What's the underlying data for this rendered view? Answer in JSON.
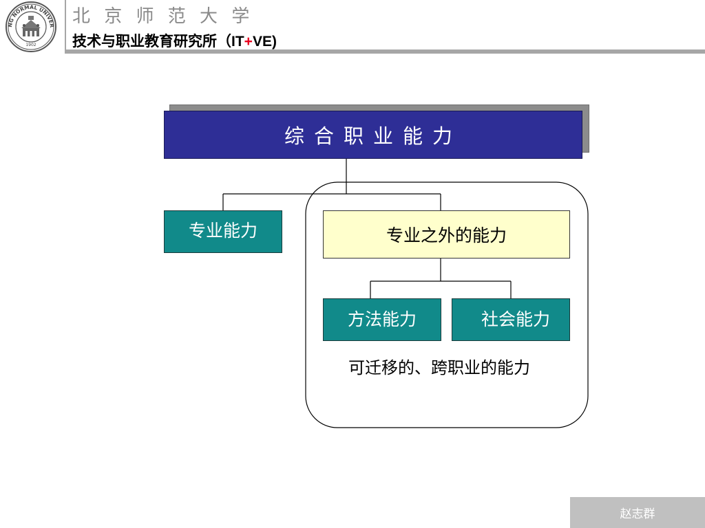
{
  "header": {
    "university": "北 京 师 范 大 学",
    "institute_prefix": "技术与职业教育研究所（",
    "institute_code_a": "IT",
    "institute_code_plus": "+",
    "institute_code_b": "VE",
    "institute_suffix": ")",
    "seal_text": "BEIJING NORMAL UNIVERSITY",
    "seal_year": "1902"
  },
  "diagram": {
    "root": "综合职业能力",
    "professional": "专业能力",
    "beyond": "专业之外的能力",
    "method": "方法能力",
    "social": "社会能力",
    "group_caption": "可迁移的、跨职业的能力"
  },
  "footer": {
    "author": "赵志群"
  },
  "colors": {
    "root_fill": "#2e2e96",
    "teal_fill": "#118a8a",
    "yellow_fill": "#ffffcc",
    "header_gray": "#a6a6a6",
    "plus_red": "#e8001c"
  }
}
